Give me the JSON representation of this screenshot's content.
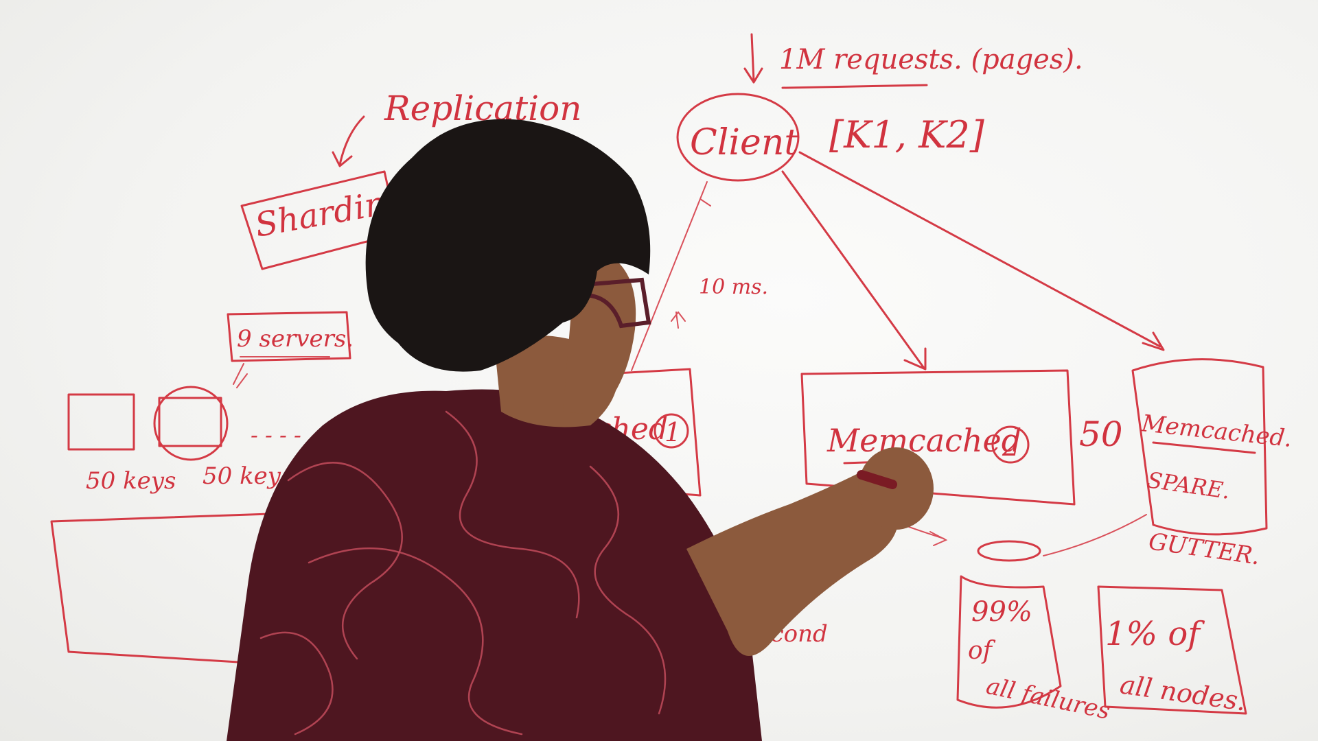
{
  "whiteboard": {
    "top_label": "1M requests. (pages).",
    "replication": "Replication",
    "sharding": "Shardin",
    "servers_box": "9 servers.",
    "client": "Client",
    "keys": "[K1, K2]",
    "latency": "10 ms.",
    "memcached_1": "cached",
    "memcached_1_num": "1",
    "memcached_2": "Memcached",
    "memcached_2_num": "2",
    "fifty": "50",
    "memcached_spare_top": "Memcached.",
    "memcached_spare_bottom": "SPARE.",
    "gutter": "GUTTER.",
    "keys_left_1": "50 keys",
    "keys_left_2": "50 key",
    "dots": "- - - -",
    "failures_pct": "99%",
    "failures_of": "of",
    "failures_all": "all failures",
    "nodes_pct": "1% of",
    "nodes_all": "all nodes.",
    "second": "second"
  },
  "colors": {
    "marker": "#d43a45",
    "shirt": "#4e1620",
    "board": "#f4f4f2"
  }
}
